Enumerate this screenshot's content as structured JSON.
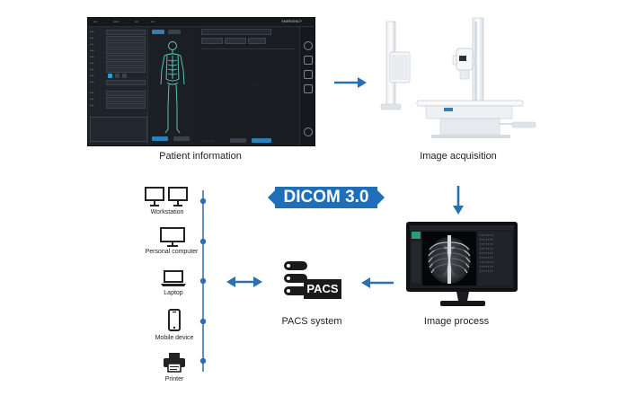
{
  "captions": {
    "patient_information": "Patient information",
    "image_acquisition": "Image acquisition",
    "pacs_system": "PACS system",
    "image_process": "Image process"
  },
  "dicom": {
    "label": "DICOM 3.0"
  },
  "pacs_icon": {
    "label": "PACS"
  },
  "devices": [
    {
      "label": "Workstation",
      "icon": "workstation-icon"
    },
    {
      "label": "Personal computer",
      "icon": "personal-computer-icon"
    },
    {
      "label": "Laptop",
      "icon": "laptop-icon"
    },
    {
      "label": "Mobile device",
      "icon": "mobile-device-icon"
    },
    {
      "label": "Printer",
      "icon": "printer-icon"
    }
  ],
  "software_screen": {
    "emergency_label": "EMERGENCY"
  },
  "colors": {
    "accent_blue": "#2a6fb0",
    "dicom_blue": "#1f6fb8",
    "screen_dark": "#1c2026",
    "text": "#222222"
  }
}
